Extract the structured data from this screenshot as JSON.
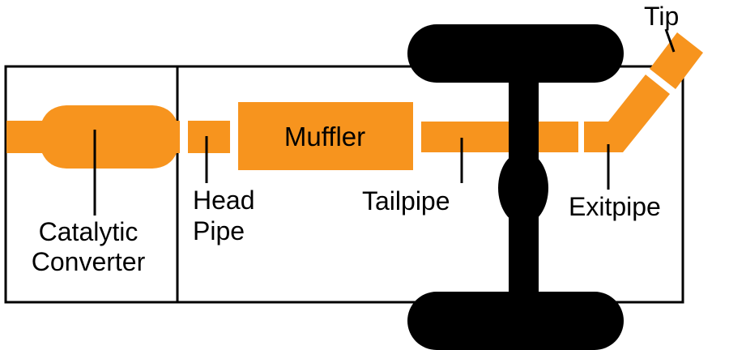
{
  "diagram": {
    "type": "exhaust-system-side-view",
    "labels": {
      "catalytic_converter": [
        "Catalytic",
        "Converter"
      ],
      "head_pipe": [
        "Head",
        "Pipe"
      ],
      "muffler": "Muffler",
      "tailpipe": "Tailpipe",
      "exitpipe": "Exitpipe",
      "tip": "Tip"
    }
  },
  "colors": {
    "pipe": "#F7941E",
    "line": "#000000",
    "text": "#000000",
    "background": "#FFFFFF"
  }
}
